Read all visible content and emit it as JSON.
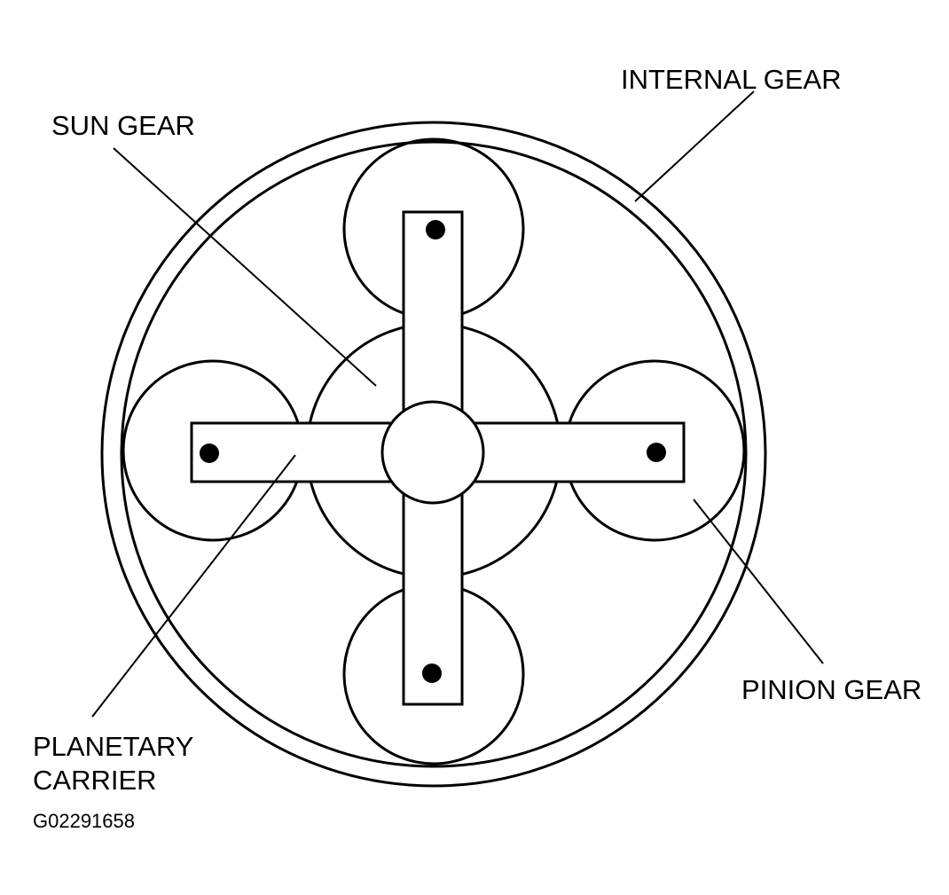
{
  "labels": {
    "internal_gear": "INTERNAL GEAR",
    "sun_gear": "SUN GEAR",
    "pinion_gear": "PINION GEAR",
    "planetary_carrier_line1": "PLANETARY",
    "planetary_carrier_line2": "CARRIER"
  },
  "figure_code": "G02291658",
  "colors": {
    "ink": "#000000",
    "paper": "#ffffff"
  }
}
